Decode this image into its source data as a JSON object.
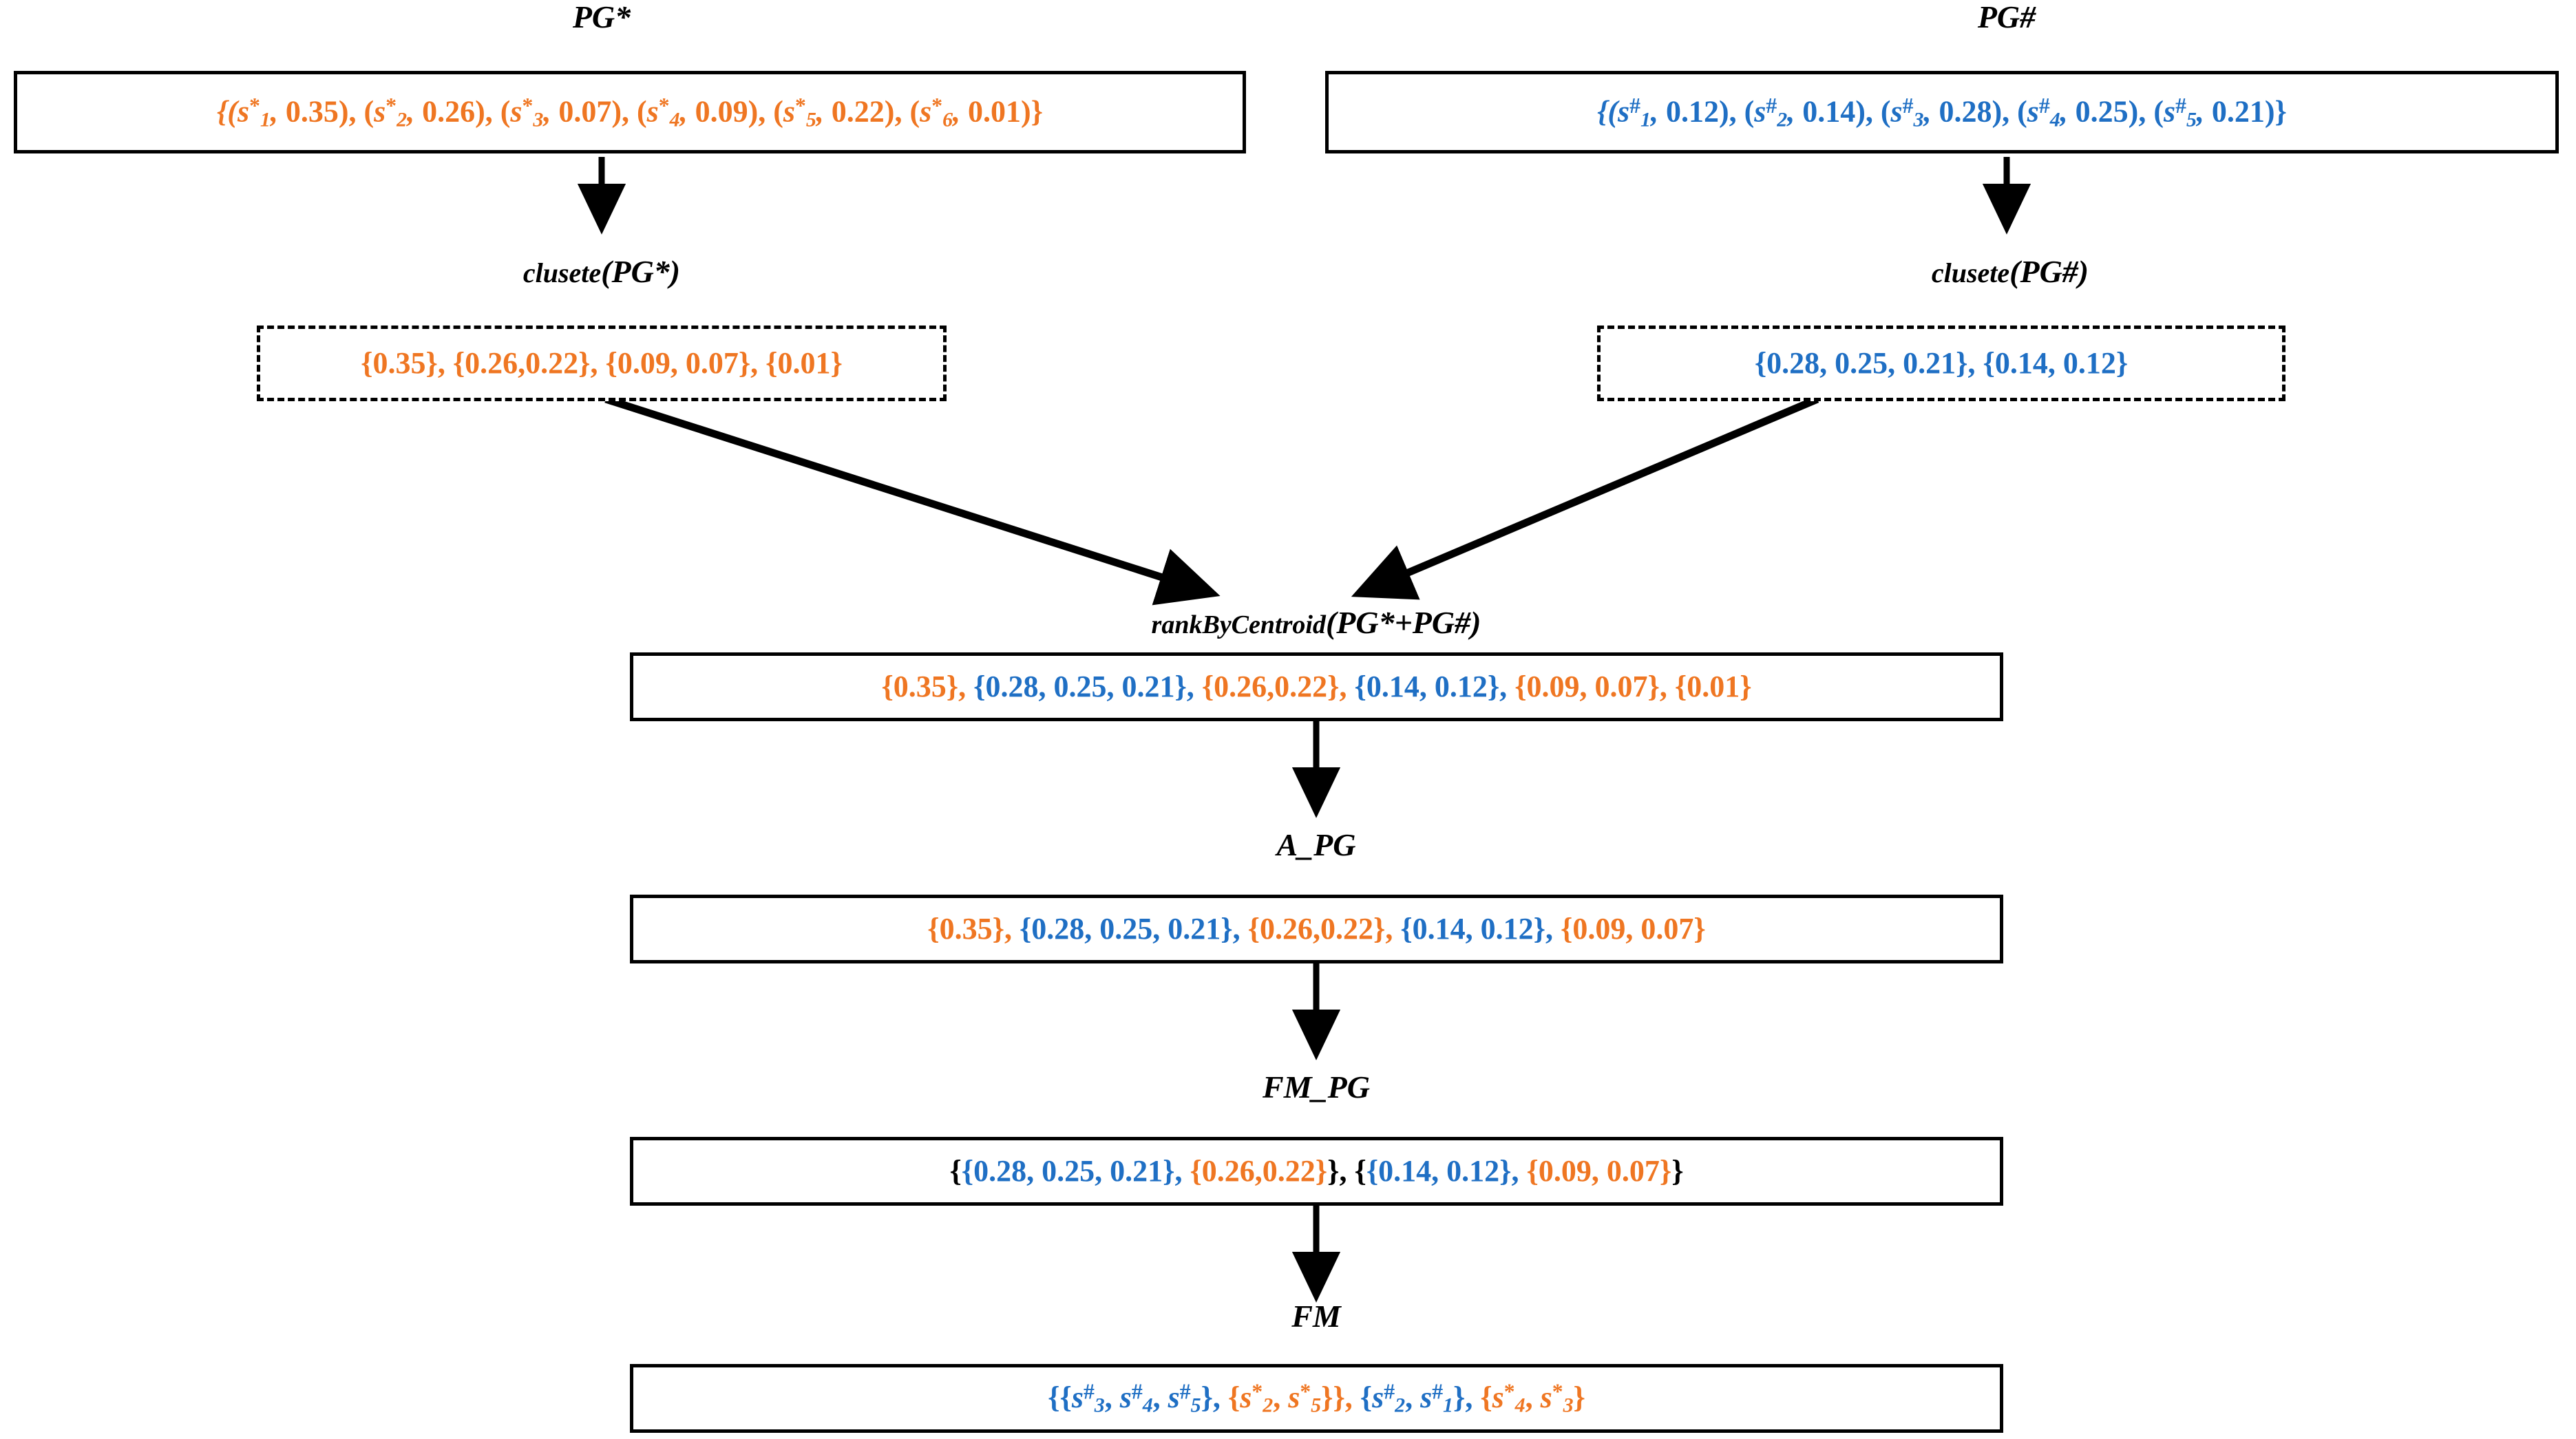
{
  "diagram": {
    "title_left": "PG*",
    "title_right": "PG#",
    "colors": {
      "orange": "#ef7622",
      "blue": "#1f6fc4",
      "black": "#000000",
      "background": "#ffffff"
    },
    "nodes": {
      "pg_star": {
        "label": "PG*",
        "content": "{(s*1, 0.35), (s*2, 0.26), (s*3, 0.07), (s*4, 0.09), (s*5, 0.22), (s*6, 0.01)}",
        "color": "orange",
        "border": "solid",
        "pairs": [
          {
            "symbol": "s*1",
            "value": "0.35"
          },
          {
            "symbol": "s*2",
            "value": "0.26"
          },
          {
            "symbol": "s*3",
            "value": "0.07"
          },
          {
            "symbol": "s*4",
            "value": "0.09"
          },
          {
            "symbol": "s*5",
            "value": "0.22"
          },
          {
            "symbol": "s*6",
            "value": "0.01"
          }
        ]
      },
      "pg_hash": {
        "label": "PG#",
        "content": "{(s#1, 0.12), (s#2, 0.14), (s#3, 0.28), (s#4, 0.25), (s#5, 0.21)}",
        "color": "blue",
        "border": "solid",
        "pairs": [
          {
            "symbol": "s#1",
            "value": "0.12"
          },
          {
            "symbol": "s#2",
            "value": "0.14"
          },
          {
            "symbol": "s#3",
            "value": "0.28"
          },
          {
            "symbol": "s#4",
            "value": "0.25"
          },
          {
            "symbol": "s#5",
            "value": "0.21"
          }
        ]
      },
      "clusete_star": {
        "label_fn": "clusete",
        "label_arg": "(PG*)",
        "content": "{0.35}, {0.26,0.22}, {0.09, 0.07}, {0.01}",
        "color": "orange",
        "border": "dashed",
        "clusters": [
          [
            "0.35"
          ],
          [
            "0.26",
            "0.22"
          ],
          [
            "0.09",
            "0.07"
          ],
          [
            "0.01"
          ]
        ]
      },
      "clusete_hash": {
        "label_fn": "clusete",
        "label_arg": "(PG#)",
        "content": "{0.28, 0.25, 0.21}, {0.14, 0.12}",
        "color": "blue",
        "border": "dashed",
        "clusters": [
          [
            "0.28",
            "0.25",
            "0.21"
          ],
          [
            "0.14",
            "0.12"
          ]
        ]
      },
      "rank_by_centroid": {
        "label_fn": "rankByCentroid",
        "label_arg": "(PG*+PG#)",
        "border": "solid",
        "segments": [
          {
            "text": "{0.35}, ",
            "color": "orange"
          },
          {
            "text": "{0.28, 0.25, 0.21}, ",
            "color": "blue"
          },
          {
            "text": "{0.26,0.22}, ",
            "color": "orange"
          },
          {
            "text": " {0.14, 0.12}, ",
            "color": "blue"
          },
          {
            "text": "{0.09, 0.07}, {0.01}",
            "color": "orange"
          }
        ]
      },
      "a_pg": {
        "label": "A_PG",
        "border": "solid",
        "segments": [
          {
            "text": "{0.35}, ",
            "color": "orange"
          },
          {
            "text": "{0.28, 0.25, 0.21}, ",
            "color": "blue"
          },
          {
            "text": "{0.26,0.22}, ",
            "color": "orange"
          },
          {
            "text": " {0.14, 0.12}, ",
            "color": "blue"
          },
          {
            "text": "{0.09, 0.07}",
            "color": "orange"
          }
        ]
      },
      "fm_pg": {
        "label": "FM_PG",
        "border": "solid",
        "segments": [
          {
            "text": "{",
            "color": "black"
          },
          {
            "text": "{0.28, 0.25, 0.21}, ",
            "color": "blue"
          },
          {
            "text": "{0.26,0.22}",
            "color": "orange"
          },
          {
            "text": "}, {",
            "color": "black"
          },
          {
            "text": "{0.14, 0.12}, ",
            "color": "blue"
          },
          {
            "text": "{0.09, 0.07}",
            "color": "orange"
          },
          {
            "text": "}",
            "color": "black"
          }
        ]
      },
      "fm": {
        "label": "FM",
        "border": "solid",
        "content": "{{s#3, s#4, s#5}, {s*2, s*5}}, {s#2, s#1}, {s*4, s*3}",
        "groups": [
          {
            "symbols": [
              "s#3",
              "s#4",
              "s#5"
            ],
            "color": "blue"
          },
          {
            "symbols": [
              "s*2",
              "s*5"
            ],
            "color": "orange"
          },
          {
            "symbols": [
              "s#2",
              "s#1"
            ],
            "color": "blue"
          },
          {
            "symbols": [
              "s*4",
              "s*3"
            ],
            "color": "orange"
          }
        ]
      }
    },
    "edges": [
      {
        "from": "pg_star",
        "to": "clusete_star",
        "style": "vertical-arrow"
      },
      {
        "from": "pg_hash",
        "to": "clusete_hash",
        "style": "vertical-arrow"
      },
      {
        "from": "clusete_star",
        "to": "rank_by_centroid",
        "style": "diagonal-arrow"
      },
      {
        "from": "clusete_hash",
        "to": "rank_by_centroid",
        "style": "diagonal-arrow"
      },
      {
        "from": "rank_by_centroid",
        "to": "a_pg",
        "style": "vertical-arrow"
      },
      {
        "from": "a_pg",
        "to": "fm_pg",
        "style": "vertical-arrow"
      },
      {
        "from": "fm_pg",
        "to": "fm",
        "style": "vertical-arrow"
      }
    ]
  }
}
